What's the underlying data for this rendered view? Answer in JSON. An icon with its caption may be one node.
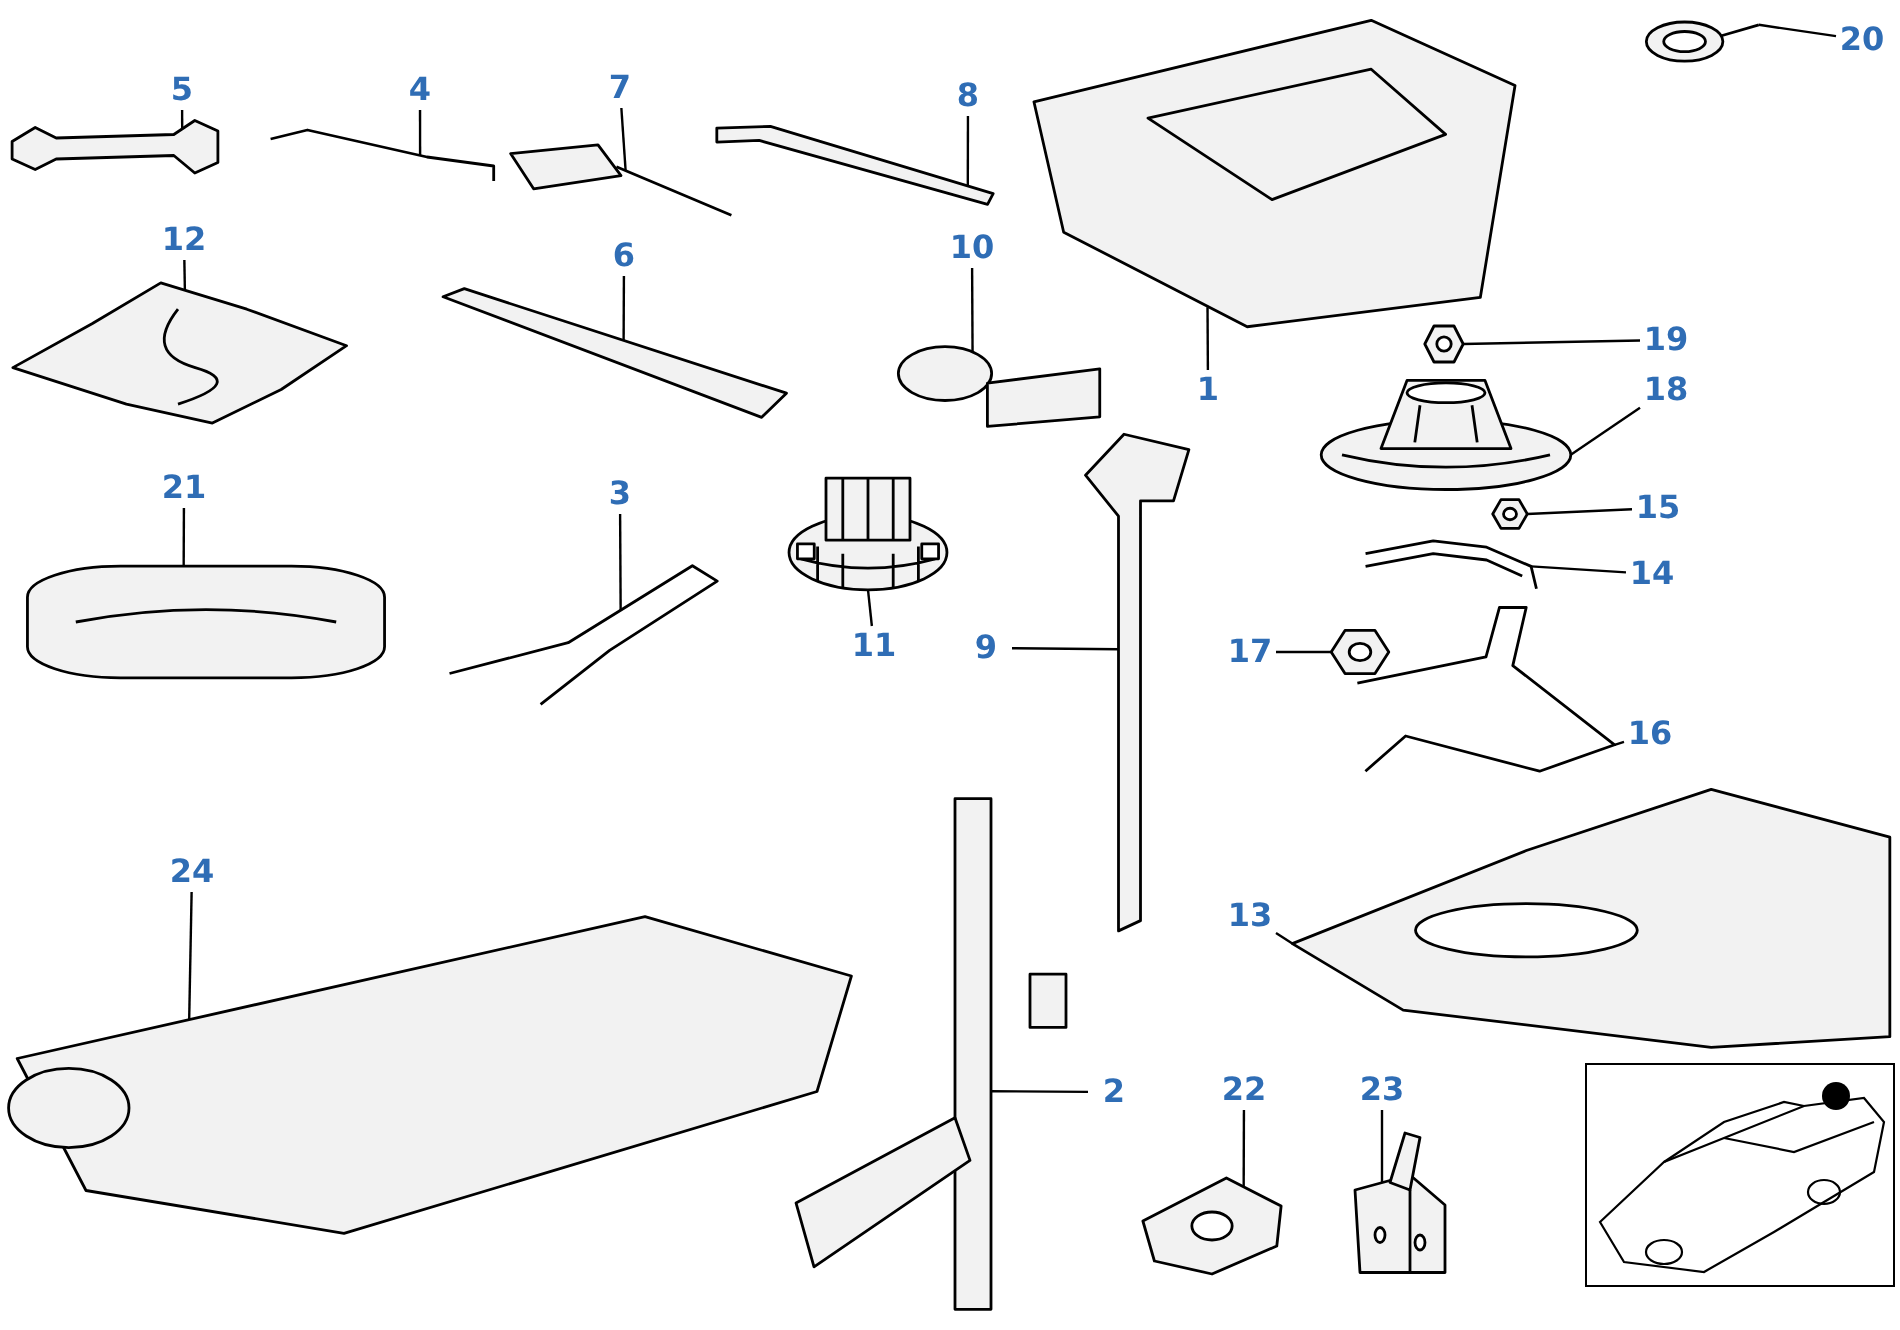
{
  "diagram": {
    "nodes": [
      {
        "text": [
          "5"
        ]
      },
      {
        "text": [],
        "shape": "picture"
      },
      {
        "text": [
          "4"
        ]
      },
      {
        "text": [],
        "shape": "picture"
      },
      {
        "text": [
          "7"
        ]
      },
      {
        "text": [],
        "shape": "picture"
      },
      {
        "text": [
          "8"
        ]
      },
      {
        "text": [],
        "shape": "picture"
      },
      {
        "text": [
          "20"
        ]
      },
      {
        "text": [],
        "shape": "picture"
      },
      {
        "text": [
          "12"
        ]
      },
      {
        "text": [],
        "shape": "picture"
      },
      {
        "text": [
          "10"
        ]
      },
      {
        "text": [],
        "shape": "picture"
      },
      {
        "text": [
          "6"
        ]
      },
      {
        "text": [],
        "shape": "picture"
      },
      {
        "text": [
          "1"
        ]
      },
      {
        "text": [],
        "shape": "picture"
      },
      {
        "text": [
          "19"
        ]
      },
      {
        "text": [],
        "shape": "picture"
      },
      {
        "text": [
          "18"
        ]
      },
      {
        "text": [],
        "shape": "picture"
      },
      {
        "text": [
          "21"
        ]
      },
      {
        "text": [],
        "shape": "picture"
      },
      {
        "text": [
          "3"
        ]
      },
      {
        "text": [],
        "shape": "picture"
      },
      {
        "text": [
          "15"
        ]
      },
      {
        "text": [],
        "shape": "picture"
      },
      {
        "text": [
          "14"
        ]
      },
      {
        "text": [],
        "shape": "picture"
      },
      {
        "text": [
          "11"
        ]
      },
      {
        "text": [],
        "shape": "picture"
      },
      {
        "text": [
          "9"
        ]
      },
      {
        "text": [],
        "shape": "picture"
      },
      {
        "text": [
          "17"
        ]
      },
      {
        "text": [],
        "shape": "picture"
      },
      {
        "text": [
          "16"
        ]
      },
      {
        "text": [],
        "shape": "picture"
      },
      {
        "text": [
          "24"
        ]
      },
      {
        "text": [],
        "shape": "picture"
      },
      {
        "text": [
          "13"
        ]
      },
      {
        "text": [],
        "shape": "picture"
      },
      {
        "text": [
          "2"
        ]
      },
      {
        "text": [],
        "shape": "picture"
      },
      {
        "text": [
          "22"
        ]
      },
      {
        "text": [],
        "shape": "picture"
      },
      {
        "text": [
          "23"
        ]
      },
      {
        "text": [],
        "shape": "picture"
      }
    ],
    "edges": [
      {
        "from": 0,
        "to": 1,
        "arrow": "none"
      },
      {
        "from": 2,
        "to": 3,
        "arrow": "none"
      },
      {
        "from": 4,
        "to": 5,
        "arrow": "none"
      },
      {
        "from": 6,
        "to": 7,
        "arrow": "none"
      },
      {
        "from": 8,
        "to": 9,
        "arrow": "none"
      },
      {
        "from": 10,
        "to": 11,
        "arrow": "none"
      },
      {
        "from": 12,
        "to": 13,
        "arrow": "none"
      },
      {
        "from": 14,
        "to": 15,
        "arrow": "none"
      },
      {
        "from": 16,
        "to": 17,
        "arrow": "none"
      },
      {
        "from": 18,
        "to": 19,
        "arrow": "none"
      },
      {
        "from": 20,
        "to": 21,
        "arrow": "none"
      },
      {
        "from": 22,
        "to": 23,
        "arrow": "none"
      },
      {
        "from": 24,
        "to": 25,
        "arrow": "none"
      },
      {
        "from": 26,
        "to": 27,
        "arrow": "none"
      },
      {
        "from": 28,
        "to": 29,
        "arrow": "none"
      },
      {
        "from": 30,
        "to": 31,
        "arrow": "none"
      },
      {
        "from": 32,
        "to": 33,
        "arrow": "none"
      },
      {
        "from": 34,
        "to": 35,
        "arrow": "none"
      },
      {
        "from": 36,
        "to": 37,
        "arrow": "none"
      },
      {
        "from": 38,
        "to": 39,
        "arrow": "none"
      },
      {
        "from": 40,
        "to": 41,
        "arrow": "none"
      },
      {
        "from": 42,
        "to": 43,
        "arrow": "none"
      },
      {
        "from": 44,
        "to": 45,
        "arrow": "none"
      },
      {
        "from": 46,
        "to": 47,
        "arrow": "none"
      }
    ]
  }
}
